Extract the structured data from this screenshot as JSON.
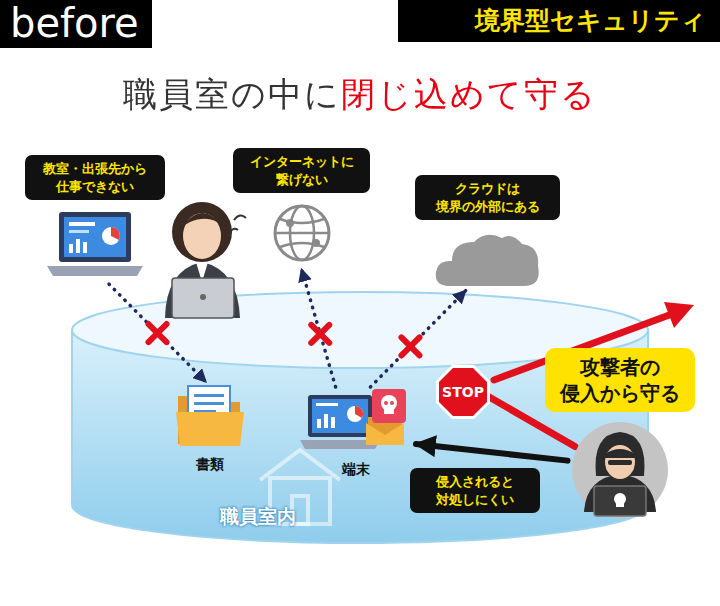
{
  "diagram": {
    "title": "職員室の中に閉じ込めて守る",
    "nodes": [
      {
        "text": [
          "教室・出張先から 仕事できない"
        ]
      },
      {
        "text": [
          "インターネットに 繋げない"
        ]
      },
      {
        "text": [
          "クラウドは 境界の外部にある"
        ]
      },
      {
        "text": [
          "職員室内"
        ]
      },
      {
        "text": [
          "書類"
        ],
        "in": 3
      },
      {
        "text": [
          "端末"
        ],
        "in": 3
      },
      {
        "text": [
          "攻撃者の 侵入から守る"
        ]
      },
      {
        "text": [
          "STOP"
        ]
      }
    ],
    "edges": [
      {
        "from": 0,
        "to": 4,
        "arrow": "to"
      },
      {
        "from": 5,
        "to": 1,
        "arrow": "to"
      },
      {
        "from": 5,
        "to": 2,
        "arrow": "to"
      },
      {
        "from": 6,
        "to": 5,
        "arrow": "to",
        "label": "侵入されると 対処しにくい"
      },
      {
        "from": 6,
        "to": 7,
        "arrow": "none"
      }
    ],
    "labels": [
      "before",
      "境界型セキュリティ"
    ]
  }
}
